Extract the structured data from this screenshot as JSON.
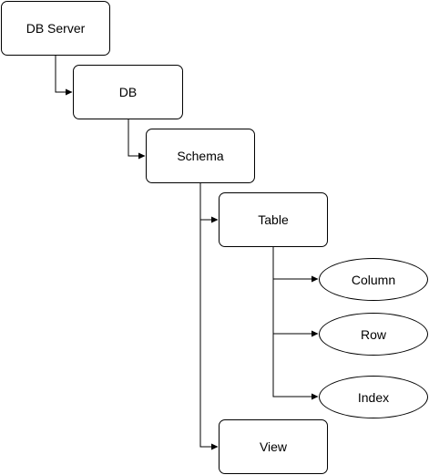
{
  "diagram": {
    "nodes": {
      "db_server": "DB Server",
      "db": "DB",
      "schema": "Schema",
      "table": "Table",
      "column": "Column",
      "row": "Row",
      "index": "Index",
      "view": "View"
    },
    "colors": {
      "stroke": "#000000",
      "fill": "#ffffff"
    }
  }
}
